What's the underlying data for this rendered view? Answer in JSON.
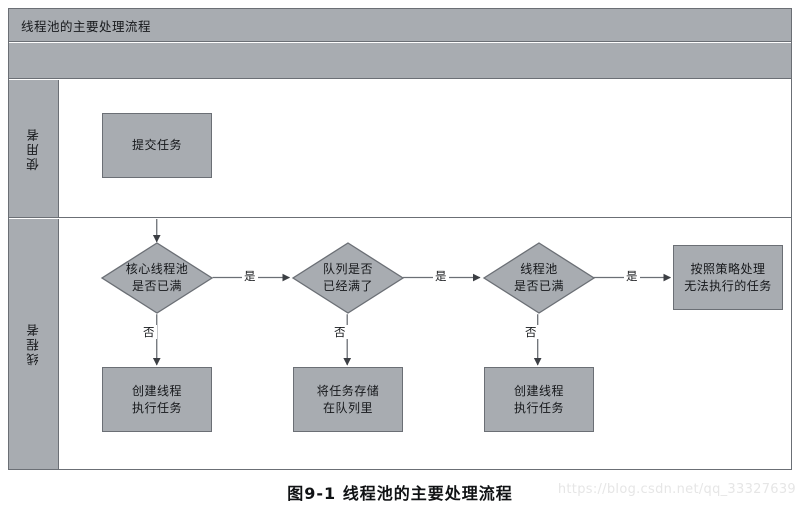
{
  "header": {
    "title": "线程池的主要处理流程",
    "subtitle": ""
  },
  "lanes": [
    {
      "id": "user",
      "label": "使用者"
    },
    {
      "id": "pool",
      "label": "线程者"
    }
  ],
  "nodes": {
    "submit_task": {
      "label": "提交任务"
    },
    "core_pool_full": {
      "label": "核心线程池\n是否已满"
    },
    "queue_full": {
      "label": "队列是否\n已经满了"
    },
    "pool_full": {
      "label": "线程池\n是否已满"
    },
    "reject_policy": {
      "label": "按照策略处理\n无法执行的任务"
    },
    "create_thread_1": {
      "label": "创建线程\n执行任务"
    },
    "store_in_queue": {
      "label": "将任务存储\n在队列里"
    },
    "create_thread_2": {
      "label": "创建线程\n执行任务"
    }
  },
  "edges": {
    "yes": "是",
    "no": "否",
    "labels": {
      "core_to_queue": "是",
      "queue_to_pool": "是",
      "pool_to_reject": "是",
      "core_no": "否",
      "queue_no": "否",
      "pool_no": "否"
    }
  },
  "caption": "图9-1  线程池的主要处理流程",
  "watermark": "https://blog.csdn.net/qq_33327639",
  "colors": {
    "shape_fill": "#a8acb1",
    "shape_stroke": "#6b6f75",
    "lane_fill": "#a8acb1",
    "canvas": "#ffffff",
    "text": "#15171a",
    "watermark": "#e6e6e6"
  }
}
